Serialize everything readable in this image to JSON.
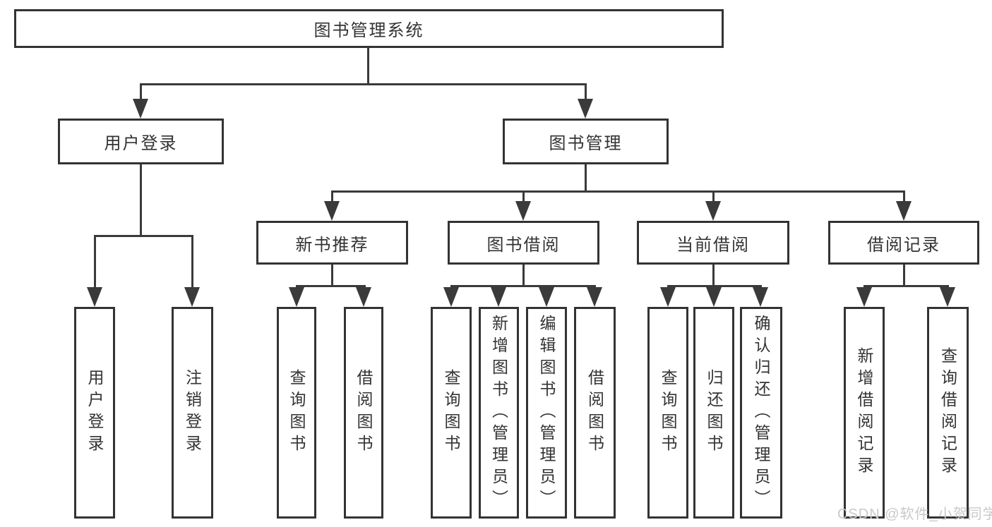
{
  "diagram": {
    "title": "图书管理系统",
    "root": {
      "label": "图书管理系统"
    },
    "level2": [
      {
        "label": "用户登录"
      },
      {
        "label": "图书管理"
      }
    ],
    "level3": [
      {
        "label": "新书推荐"
      },
      {
        "label": "图书借阅"
      },
      {
        "label": "当前借阅"
      },
      {
        "label": "借阅记录"
      }
    ],
    "leaves": {
      "user_login": [
        {
          "label": "用户登录"
        },
        {
          "label": "注销登录"
        }
      ],
      "new_book": [
        {
          "label": "查询图书"
        },
        {
          "label": "借阅图书"
        }
      ],
      "book_borrow": [
        {
          "label": "查询图书"
        },
        {
          "label": "新增图书（管理员）"
        },
        {
          "label": "编辑图书（管理员）"
        },
        {
          "label": "借阅图书"
        }
      ],
      "current_borrow": [
        {
          "label": "查询图书"
        },
        {
          "label": "归还图书"
        },
        {
          "label": "确认归还（管理员）"
        }
      ],
      "borrow_record": [
        {
          "label": "新增借阅记录"
        },
        {
          "label": "查询借阅记录"
        }
      ]
    },
    "watermark": "CSDN @软件_小贺同学",
    "colors": {
      "line": "#3a3a3a",
      "border": "#333333",
      "text": "#333333",
      "watermark": "#c9c9c9",
      "background": "#ffffff"
    }
  }
}
